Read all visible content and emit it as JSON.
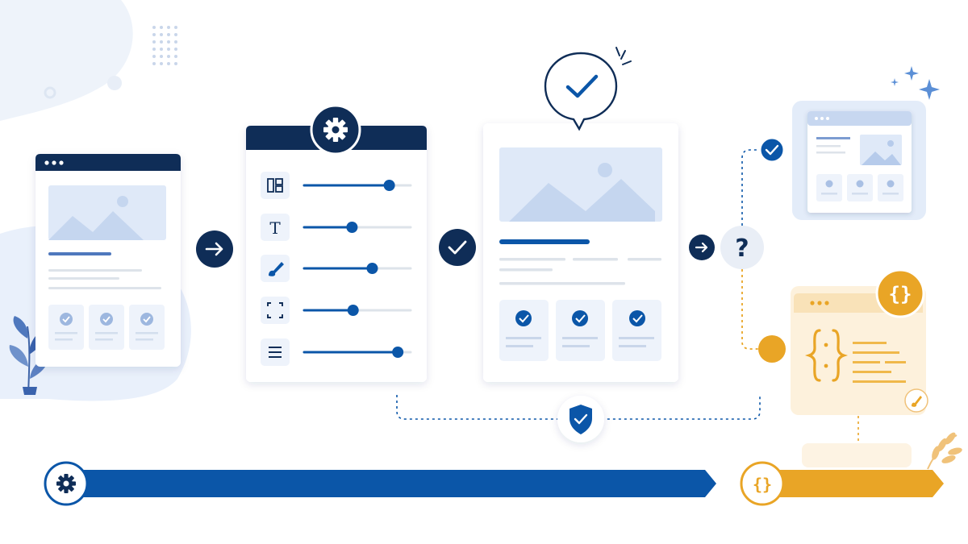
{
  "glyphs": {
    "question_mark": "?",
    "braces": "{}",
    "text_tool": "T"
  },
  "icons": [
    "gear-icon",
    "arrow-right-icon",
    "check-icon",
    "question-icon",
    "braces-icon",
    "shield-check-icon",
    "image-placeholder-icon",
    "layout-icon",
    "text-icon",
    "brush-icon",
    "crop-icon",
    "menu-lines-icon",
    "sparkle-icon",
    "leaf-icon",
    "speech-bubble-check-icon"
  ],
  "sliders": [
    {
      "tool": "layout",
      "level": 0.8
    },
    {
      "tool": "text",
      "level": 0.45
    },
    {
      "tool": "brush",
      "level": 0.64
    },
    {
      "tool": "crop",
      "level": 0.46
    },
    {
      "tool": "align",
      "level": 0.88
    }
  ],
  "progress": {
    "blue_track": "configure",
    "amber_track": "code"
  },
  "colors": {
    "navy": "#0f2d57",
    "blue": "#0b56a8",
    "light_blue": "#dfe9f8",
    "pale_blue": "#eef3fb",
    "amber": "#e9a526",
    "pale_amber": "#fdf1dc",
    "gray_line": "#dde3ea",
    "white": "#ffffff"
  }
}
